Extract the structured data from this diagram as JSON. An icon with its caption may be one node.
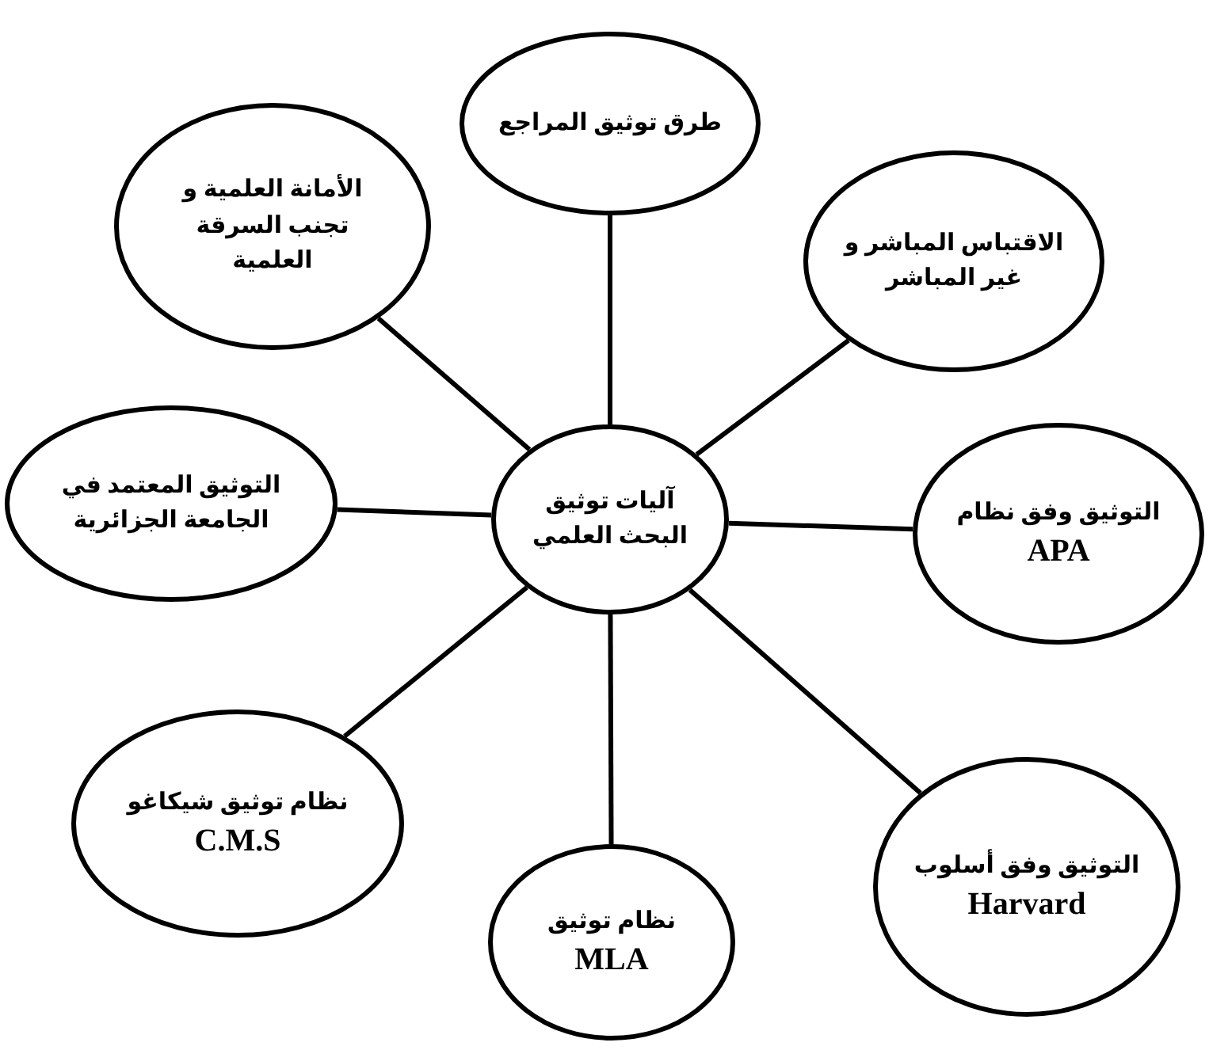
{
  "diagram": {
    "nodes": [
      {
        "text": [
          "طرق توثيق المراجع"
        ]
      },
      {
        "text": [
          "الأمانة العلمية و تجنب السرقة العلمية"
        ]
      },
      {
        "text": [
          "الاقتباس المباشر و غير المباشر"
        ]
      },
      {
        "text": [
          "التوثيق المعتمد في الجامعة الجزائرية"
        ]
      },
      {
        "text": [
          "آليات توثيق البحث العلمي"
        ]
      },
      {
        "text": [
          "التوثيق وفق نظام",
          "APA"
        ]
      },
      {
        "text": [
          "نظام توثيق شيكاغو",
          "C.M.S"
        ]
      },
      {
        "text": [
          "التوثيق وفق أسلوب",
          "Harvard"
        ]
      },
      {
        "text": [
          "نظام توثيق",
          "MLA"
        ]
      }
    ],
    "edges": [
      {
        "from": 4,
        "to": 0,
        "arrow": "none"
      },
      {
        "from": 4,
        "to": 1,
        "arrow": "none"
      },
      {
        "from": 4,
        "to": 2,
        "arrow": "none"
      },
      {
        "from": 4,
        "to": 3,
        "arrow": "none"
      },
      {
        "from": 4,
        "to": 5,
        "arrow": "none"
      },
      {
        "from": 4,
        "to": 6,
        "arrow": "none"
      },
      {
        "from": 4,
        "to": 7,
        "arrow": "none"
      },
      {
        "from": 4,
        "to": 8,
        "arrow": "none"
      }
    ]
  }
}
